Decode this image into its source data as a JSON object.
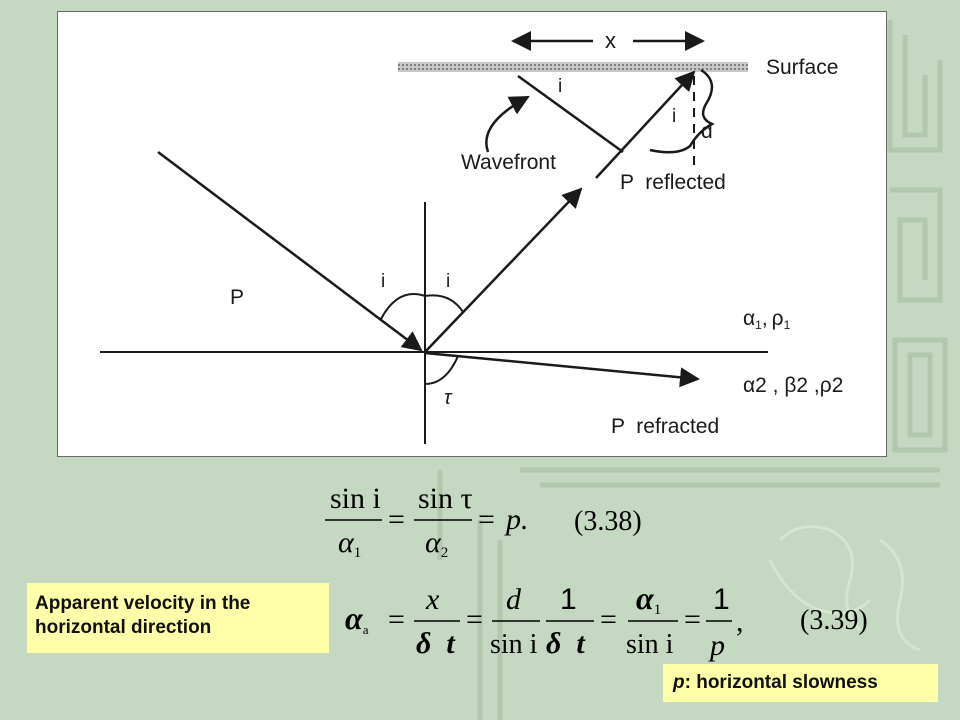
{
  "diagram": {
    "labels": {
      "x": "x",
      "surface": "Surface",
      "i_top": "i",
      "i_mid": "i",
      "d": "d",
      "wavefront": "Wavefront",
      "p_reflected": "P  reflected",
      "p_incident": "P",
      "i_left": "i",
      "i_right": "i",
      "alpha1": "α",
      "alpha1_sub": "1",
      "rho1": "ρ",
      "rho1_sub": "1",
      "medium1_sep": ",",
      "medium2": "α2 , β2 ,ρ2",
      "tau": "τ",
      "p_refracted": "P  refracted"
    }
  },
  "equations": {
    "eq338": {
      "sin_i": "sin i",
      "alpha1": "α",
      "alpha1_sub": "1",
      "sin_tau": "sin τ",
      "alpha2": "α",
      "alpha2_sub": "2",
      "eq1": "=",
      "eq2": "=",
      "p": "p.",
      "number": "(3.38)"
    },
    "eq339": {
      "alpha_a": "α",
      "alpha_a_sub": "a",
      "eq1": "=",
      "x": "x",
      "delta_t_1": "δ  t",
      "eq2": "=",
      "d": "d",
      "sin_i_1": "sin i",
      "one_1": "1",
      "delta_t_2": "δ  t",
      "eq3": "=",
      "alpha1": "α",
      "alpha1_sub": "1",
      "sin_i_2": "sin i",
      "eq4": "=",
      "one_2": "1",
      "p": "p",
      "comma": ",",
      "number": "(3.39)"
    }
  },
  "notes": {
    "velocity_line1": "Apparent velocity in the",
    "velocity_line2": "horizontal direction",
    "slowness_symbol": "p",
    "slowness_text": ": horizontal slowness"
  }
}
